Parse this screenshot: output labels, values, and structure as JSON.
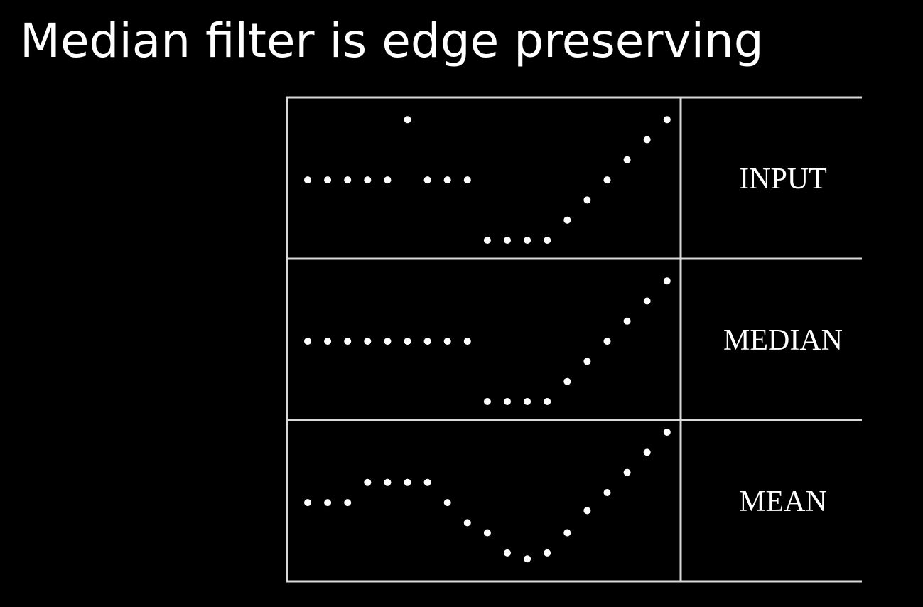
{
  "title": "Median filter is edge preserving",
  "colors": {
    "background": "#000000",
    "foreground": "#ffffff",
    "rule": "#d9d9d9"
  },
  "rows": [
    {
      "label": "INPUT",
      "signal": [
        3,
        3,
        3,
        3,
        3,
        6,
        3,
        3,
        3,
        0,
        0,
        0,
        0,
        1,
        2,
        3,
        4,
        5,
        6
      ]
    },
    {
      "label": "MEDIAN",
      "signal": [
        3,
        3,
        3,
        3,
        3,
        3,
        3,
        3,
        3,
        0,
        0,
        0,
        0,
        1,
        2,
        3,
        4,
        5,
        6
      ]
    },
    {
      "label": "MEAN",
      "signal": [
        3,
        3,
        3,
        4,
        4,
        4,
        4,
        3,
        2,
        1.5,
        0.5,
        0.2,
        0.5,
        1.5,
        2.6,
        3.5,
        4.5,
        5.5,
        6.5
      ]
    }
  ]
}
